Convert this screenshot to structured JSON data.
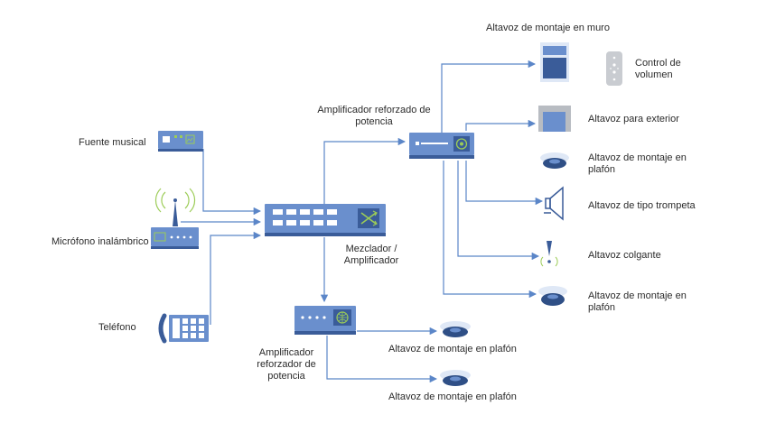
{
  "colors": {
    "wire": "#5b86c8",
    "device_fill": "#6a8fcd",
    "device_dark": "#3a5c99",
    "device_light": "#ffffff",
    "accent_green": "#9ccc57",
    "speaker_dark": "#2f4f86",
    "speaker_light": "#dfe8f6",
    "grey": "#b8bcc2",
    "text": "#2b2b2b"
  },
  "labels": {
    "music_source": "Fuente musical",
    "wireless_mic": "Micrófono inalámbrico",
    "phone": "Teléfono",
    "mixer": "Mezclador / Amplificador",
    "booster_top": "Amplificador reforzado de potencia",
    "booster_bottom": "Amplificador reforzador de potencia",
    "wall_speaker": "Altavoz de montaje en muro",
    "volume_control": "Control de volumen",
    "outdoor_speaker": "Altavoz para exterior",
    "ceiling_speaker_1": "Altavoz de montaje en plafón",
    "horn_speaker": "Altavoz de tipo trompeta",
    "pendant_speaker": "Altavoz colgante",
    "ceiling_speaker_2": "Altavoz de montaje en plafón",
    "ceiling_speaker_3": "Altavoz de montaje en plafón",
    "ceiling_speaker_4": "Altavoz de montaje en plafón"
  },
  "icons": {
    "music_source": "music-source-icon",
    "wireless_mic": "wireless-microphone-icon",
    "phone": "telephone-icon",
    "mixer": "mixer-amplifier-icon",
    "booster": "booster-amplifier-icon",
    "wall_speaker": "wall-speaker-icon",
    "volume_control": "volume-control-icon",
    "outdoor_speaker": "outdoor-speaker-icon",
    "ceiling_speaker": "ceiling-speaker-icon",
    "horn_speaker": "horn-speaker-icon",
    "pendant_speaker": "pendant-speaker-icon"
  }
}
